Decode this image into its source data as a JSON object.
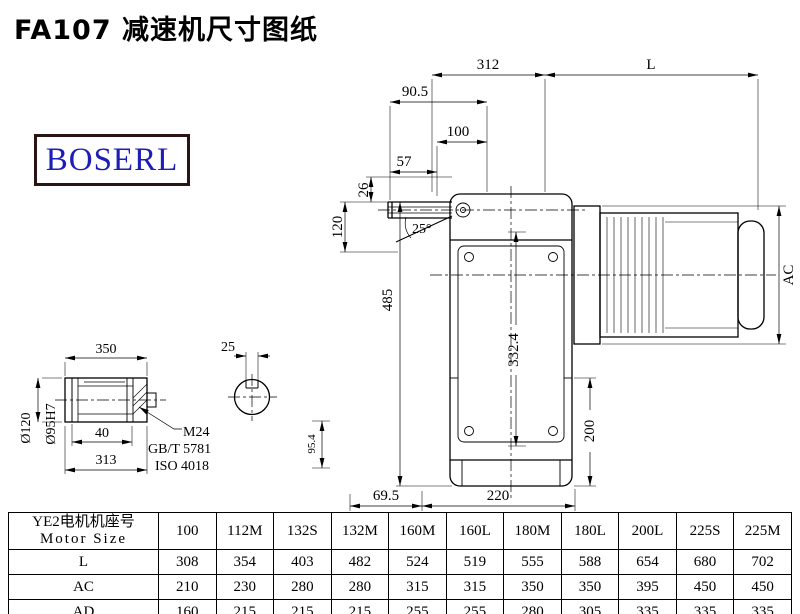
{
  "page": {
    "title": "FA107 减速机尺寸图纸"
  },
  "logo": {
    "text": "BOSERL",
    "text_color": "#1d1db8",
    "border_color": "#2a1414"
  },
  "drawing": {
    "dims": {
      "d312": "312",
      "dL": "L",
      "d90_5": "90.5",
      "d100": "100",
      "d57": "57",
      "d26": "26",
      "d120": "120",
      "angle25": "25°",
      "d485": "485",
      "d332_4": "332.4",
      "ac": "AC",
      "d200": "200",
      "d95_4": "95.4",
      "d69_5": "69.5",
      "d220": "220",
      "d350": "350",
      "key25": "25",
      "dia120": "Ø120",
      "dia95": "Ø95H7",
      "d40": "40",
      "d313": "313",
      "m24": "M24",
      "gbt": "GB/T 5781",
      "iso": "ISO 4018"
    }
  },
  "table": {
    "header": {
      "line1": "YE2电机机座号",
      "line2": "Motor Size"
    },
    "columns": [
      "100",
      "112M",
      "132S",
      "132M",
      "160M",
      "160L",
      "180M",
      "180L",
      "200L",
      "225S",
      "225M"
    ],
    "rows": [
      {
        "label": "L",
        "values": [
          "308",
          "354",
          "403",
          "482",
          "524",
          "519",
          "555",
          "588",
          "654",
          "680",
          "702"
        ]
      },
      {
        "label": "AC",
        "values": [
          "210",
          "230",
          "280",
          "280",
          "315",
          "315",
          "350",
          "350",
          "395",
          "450",
          "450"
        ]
      },
      {
        "label": "AD",
        "values": [
          "160",
          "215",
          "215",
          "215",
          "255",
          "255",
          "280",
          "305",
          "335",
          "335",
          "335"
        ]
      }
    ]
  }
}
